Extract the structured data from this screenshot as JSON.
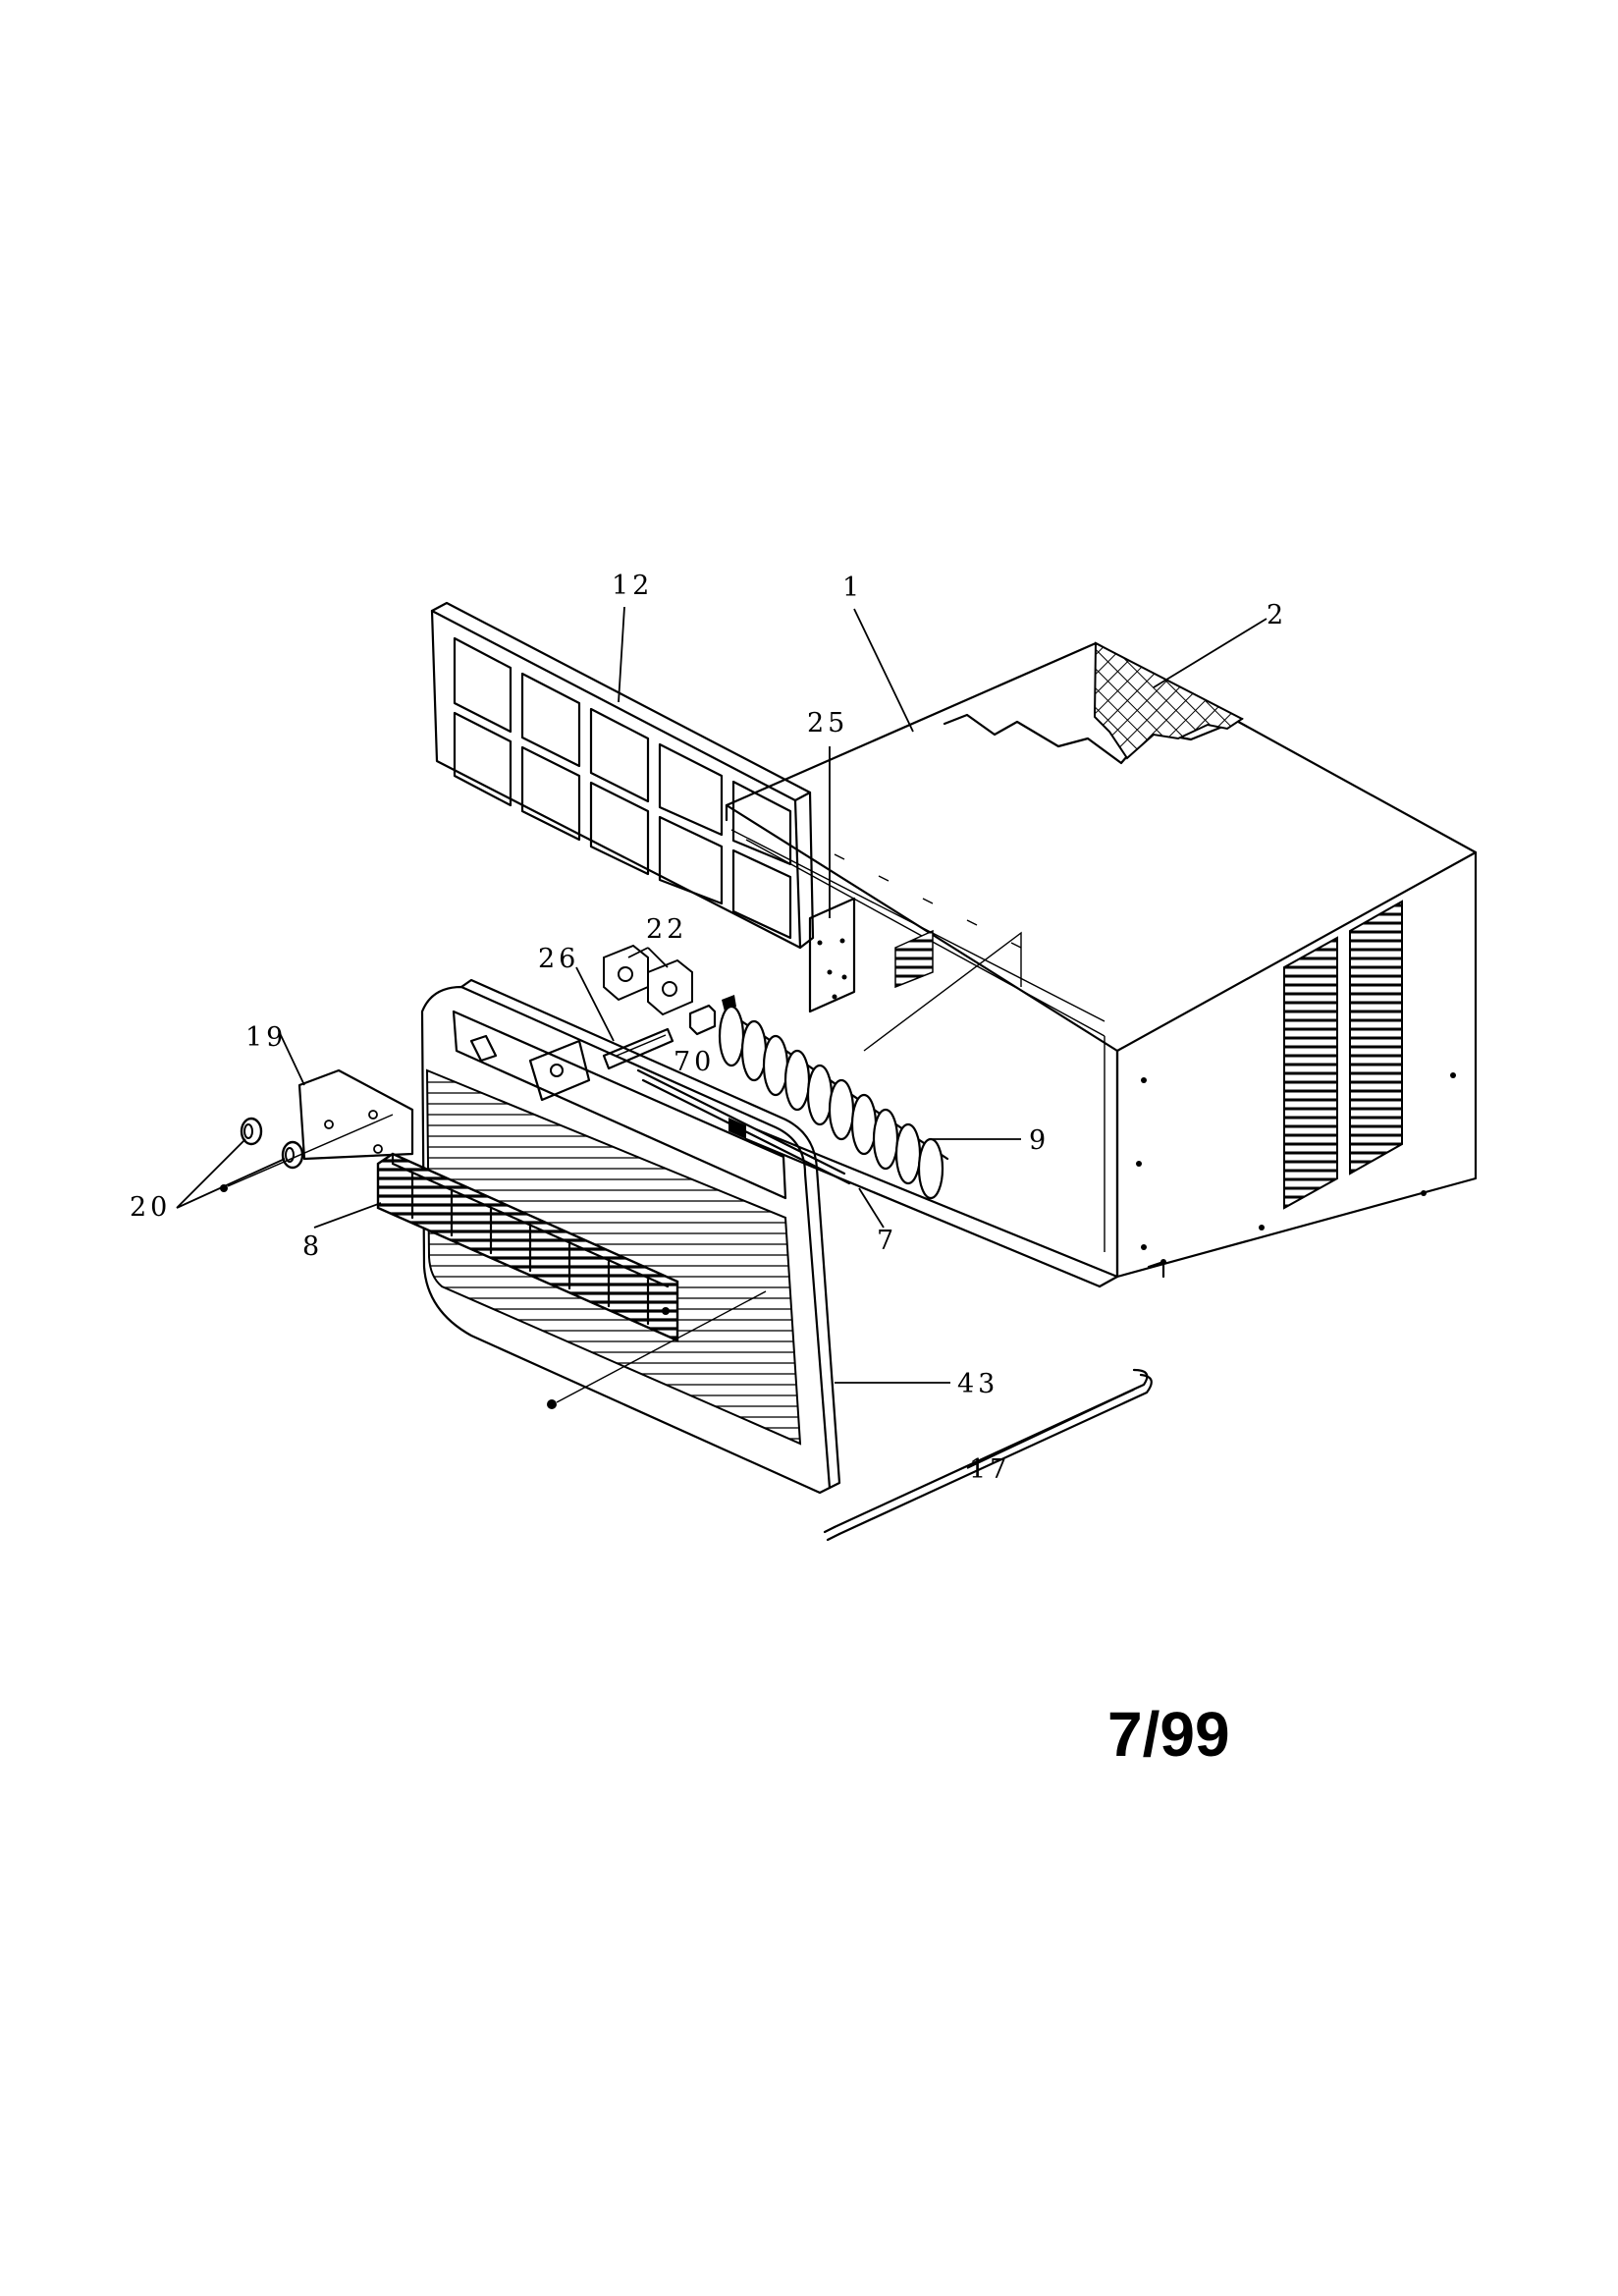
{
  "callouts": {
    "p12": "12",
    "p1": "1",
    "p2": "2",
    "p25": "25",
    "p22": "22",
    "p26": "26",
    "p70": "70",
    "p19": "19",
    "p9": "9",
    "p20": "20",
    "p7": "7",
    "p8": "8",
    "p43": "43",
    "p17": "17"
  },
  "date_code": "7/99"
}
